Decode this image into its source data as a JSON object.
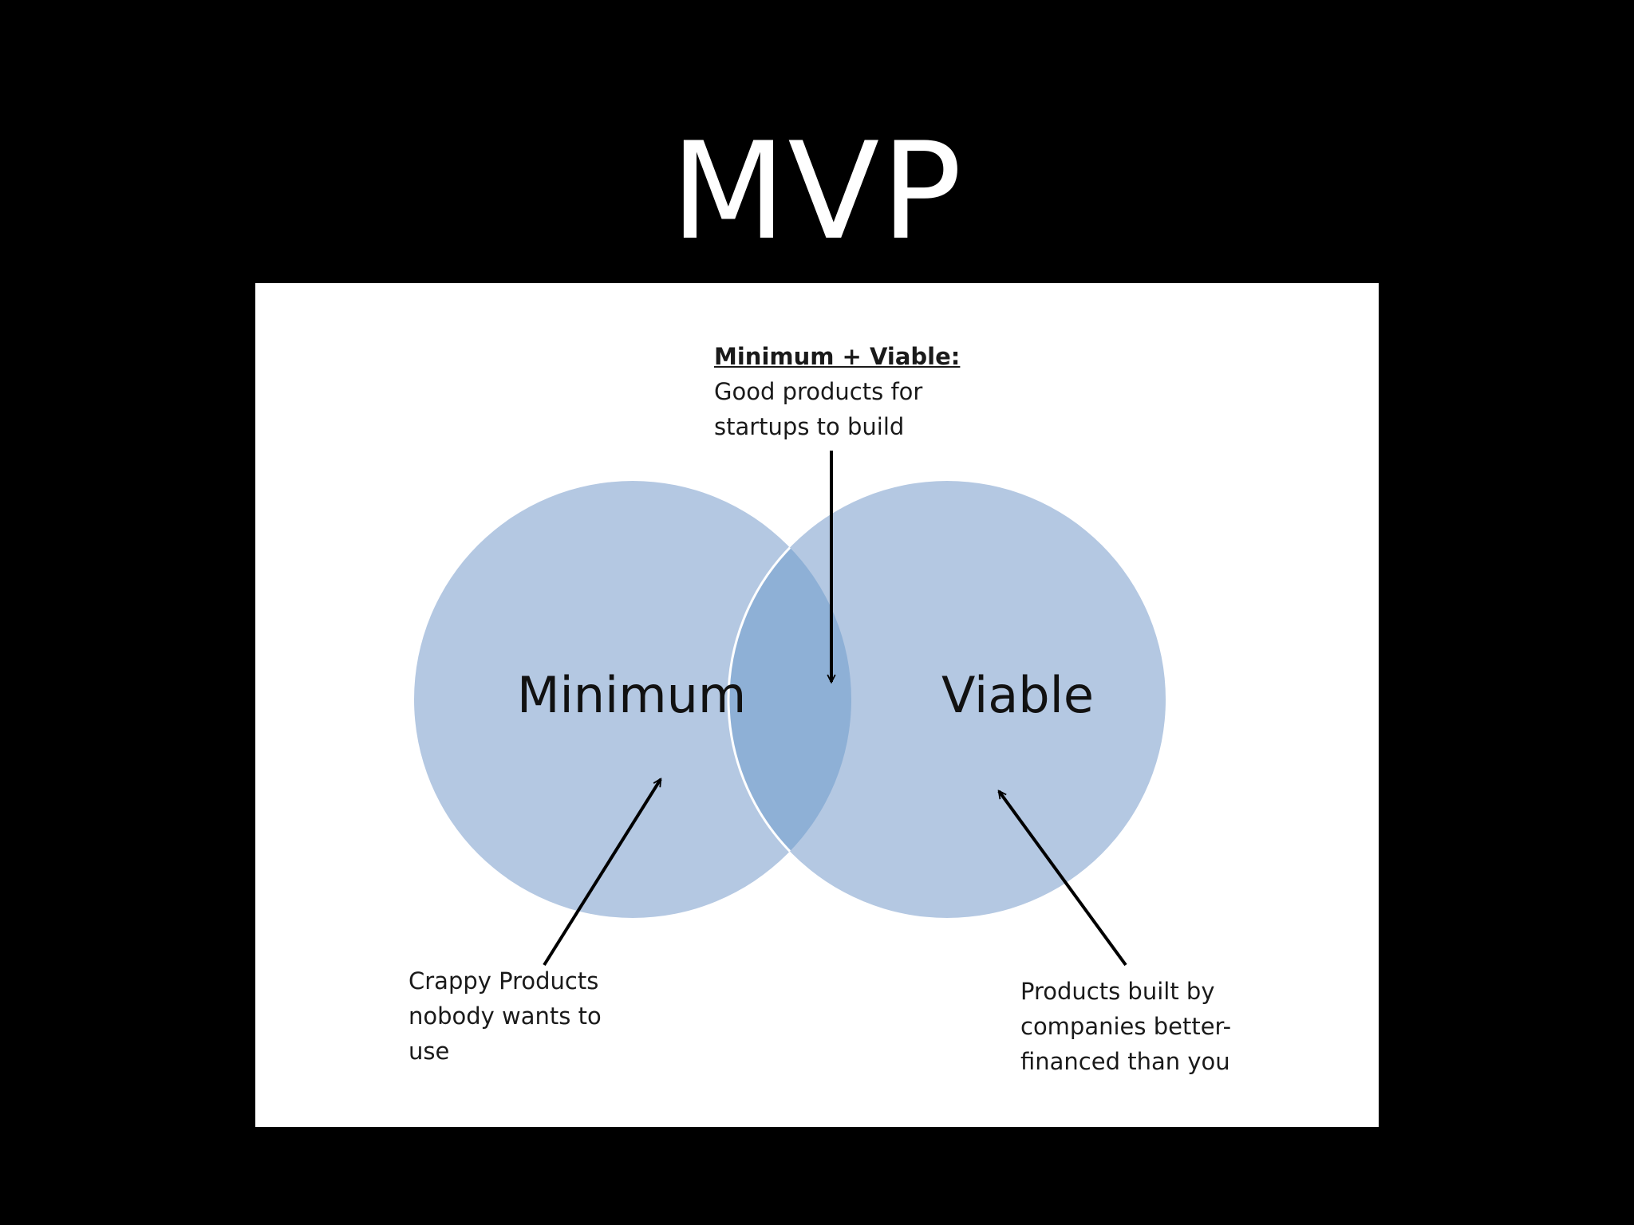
{
  "slide": {
    "title": "MVP"
  },
  "diagram": {
    "left_circle_label": "Minimum",
    "right_circle_label": "Viable",
    "overlap_heading": "Minimum + Viable:",
    "overlap_description": "Good products for\nstartups to build",
    "left_annotation": "Crappy Products\nnobody wants to\nuse",
    "right_annotation": "Products built by\ncompanies better-\nfinanced than you",
    "colors": {
      "circle_fill": "#b4c8e2",
      "overlap_fill": "#8eb0d6",
      "arrow": "#000000",
      "panel_background": "#ffffff",
      "slide_background": "#000000"
    }
  }
}
